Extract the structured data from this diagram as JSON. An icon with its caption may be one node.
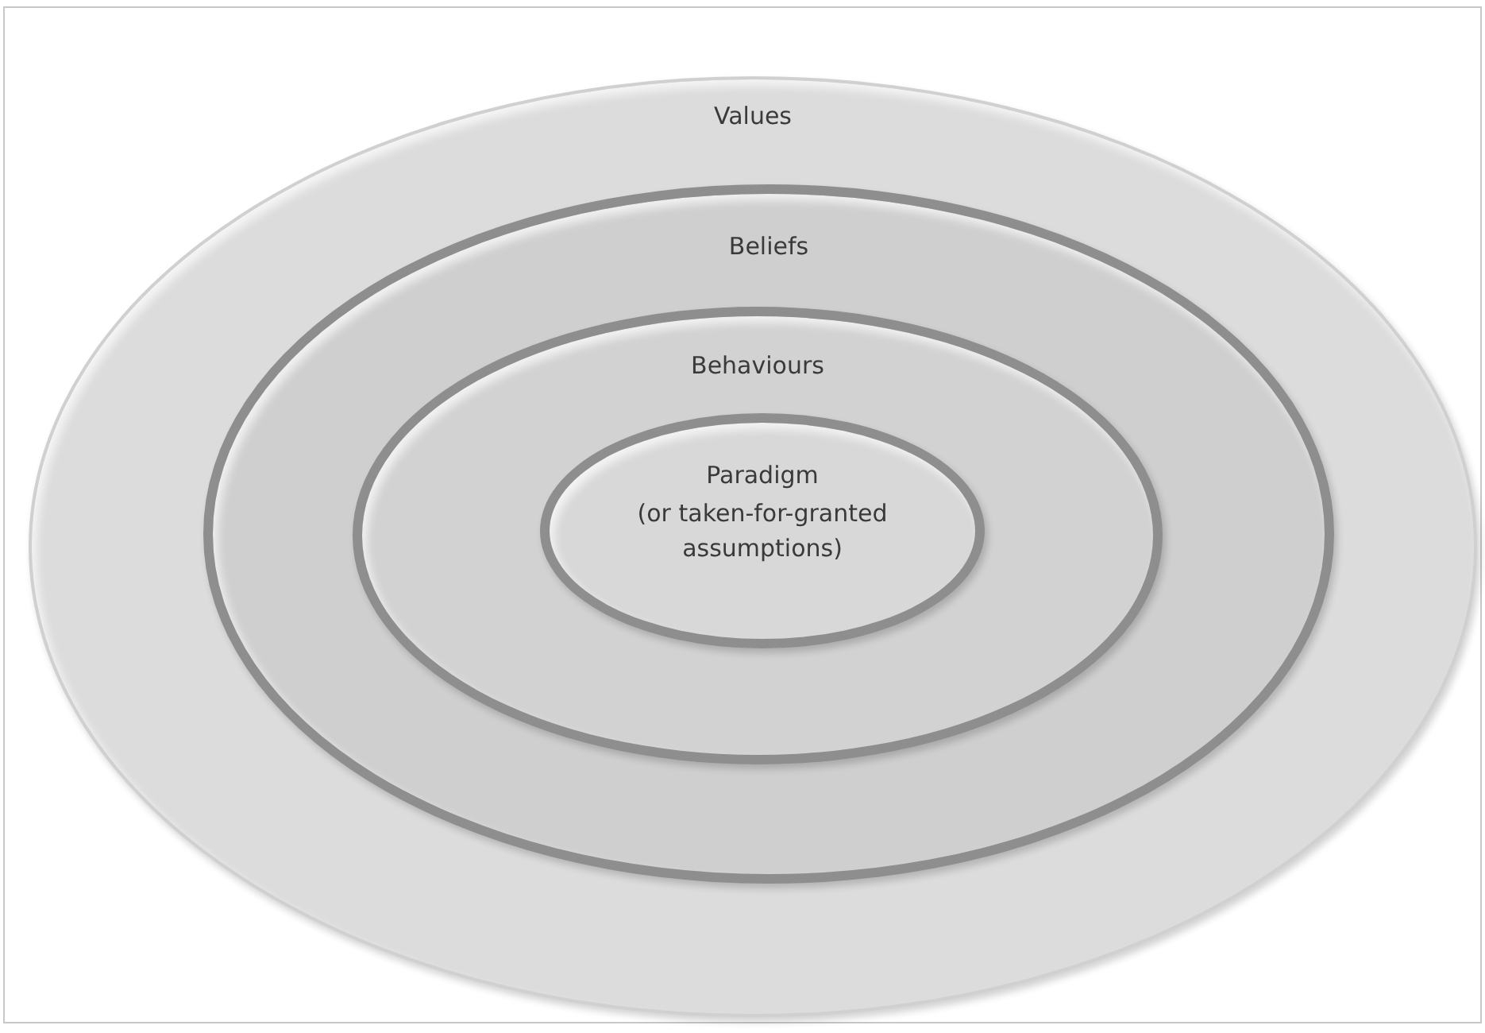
{
  "diagram": {
    "nodes": [
      {
        "text": [
          "Values"
        ]
      },
      {
        "text": [
          "Beliefs"
        ],
        "in": 0
      },
      {
        "text": [
          "Behaviours"
        ],
        "in": 1
      },
      {
        "text": [
          "Paradigm",
          "(or taken-for-granted assumptions)"
        ],
        "in": 2
      }
    ]
  }
}
